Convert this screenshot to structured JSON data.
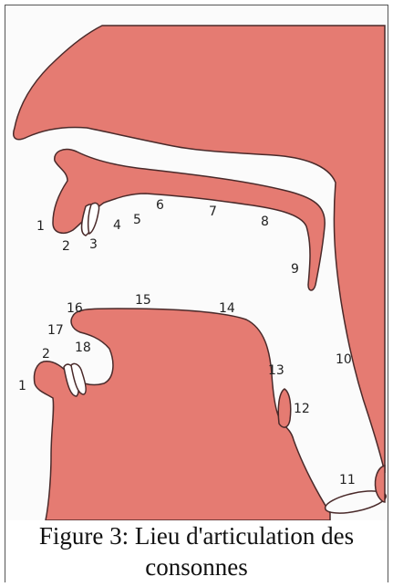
{
  "labels": {
    "upper_1": "1",
    "upper_2": "2",
    "upper_3": "3",
    "upper_4": "4",
    "upper_5": "5",
    "upper_6": "6",
    "upper_7": "7",
    "upper_8": "8",
    "upper_9": "9",
    "pharynx_10": "10",
    "glottis_11": "11",
    "epiglottis_12": "12",
    "root_13": "13",
    "dorsum_14": "14",
    "tongue_15": "15",
    "blade_16": "16",
    "tip_17": "17",
    "underblade_18": "18",
    "lower_1": "1",
    "lower_2": "2"
  },
  "caption": "Figure 3: Lieu d'articulation des consonnes",
  "colors": {
    "tissue": "#e57b72",
    "outline": "#4a2a2a",
    "background": "#fbfbfb"
  }
}
